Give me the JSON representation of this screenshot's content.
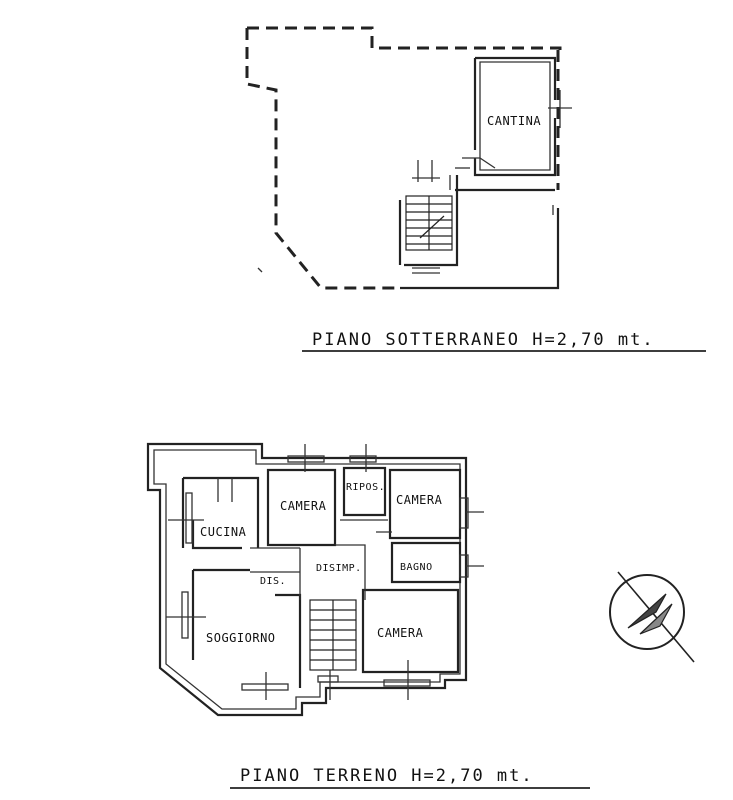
{
  "basement": {
    "title": "PIANO SOTTERRANEO H=2,70 mt.",
    "rooms": {
      "cantina": "CANTINA"
    }
  },
  "ground": {
    "title": "PIANO TERRENO H=2,70 mt.",
    "rooms": {
      "camera_left": "CAMERA",
      "riposo": "RIPOS.",
      "camera_right": "CAMERA",
      "cucina": "CUCINA",
      "disimp": "DISIMP.",
      "bagno": "BAGNO",
      "dis": "DIS.",
      "soggiorno": "SOGGIORNO",
      "camera_bottom": "CAMERA"
    }
  },
  "colors": {
    "ink": "#222222",
    "paper": "#ffffff"
  },
  "icons": {
    "north_arrow": "north-arrow-icon"
  }
}
